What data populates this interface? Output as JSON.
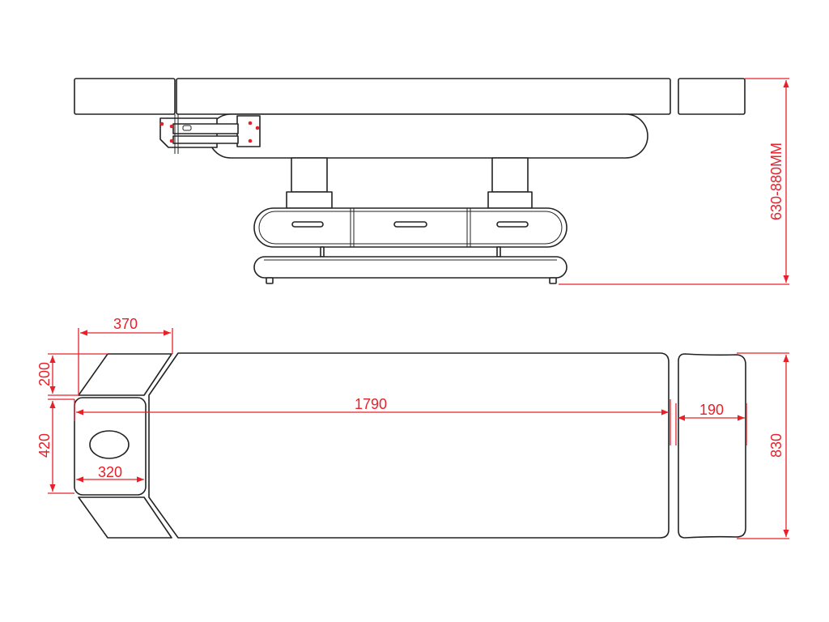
{
  "dimensions": {
    "height_range": "630-880MM",
    "head_width": "370",
    "head_length": "200",
    "total_length": "1790",
    "face_section_width": "420",
    "face_section_length": "320",
    "foot_section_length": "190",
    "total_width": "830"
  },
  "colors": {
    "outline": "#222222",
    "dimension": "#e8202a",
    "background": "#ffffff"
  }
}
